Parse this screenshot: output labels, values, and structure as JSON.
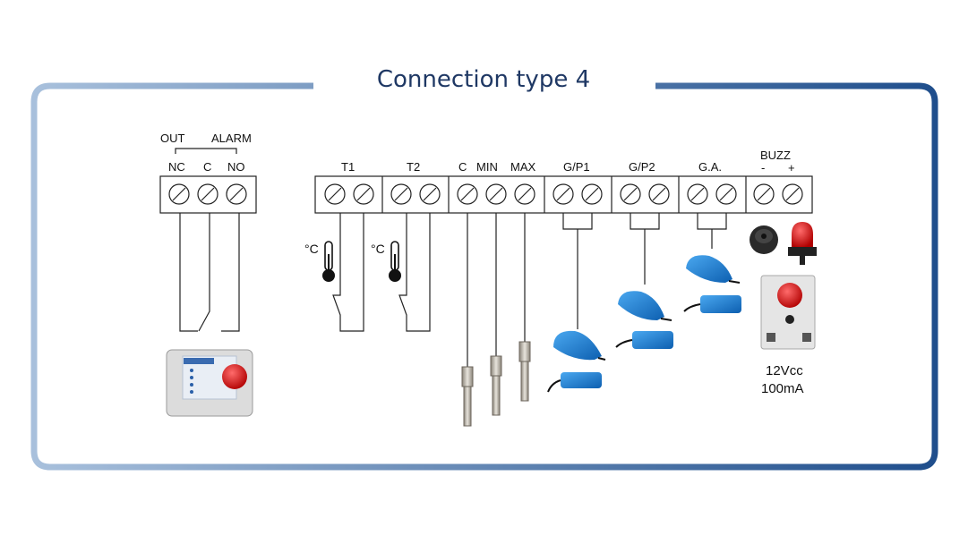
{
  "title": "Connection type 4",
  "colors": {
    "frame_left": "#9db6d3",
    "frame_right": "#1f4e8c",
    "title": "#1f3864",
    "float_blue": "#1f7fd4",
    "line": "#222222"
  },
  "out_alarm": {
    "out_label": "OUT",
    "alarm_label": "ALARM",
    "terminals": [
      "NC",
      "C",
      "NO"
    ]
  },
  "groups": [
    {
      "label": "T1"
    },
    {
      "label": "T2"
    },
    {
      "label": "C"
    },
    {
      "label": "MIN"
    },
    {
      "label": "MAX"
    },
    {
      "label": "G/P1"
    },
    {
      "label": "G/P2"
    },
    {
      "label": "G.A."
    },
    {
      "label": "BUZZ"
    },
    {
      "label": "-"
    },
    {
      "label": "+"
    }
  ],
  "sensors": {
    "t1_unit": "°C",
    "t2_unit": "°C"
  },
  "buzzer_spec": {
    "voltage": "12Vcc",
    "current": "100mA"
  }
}
